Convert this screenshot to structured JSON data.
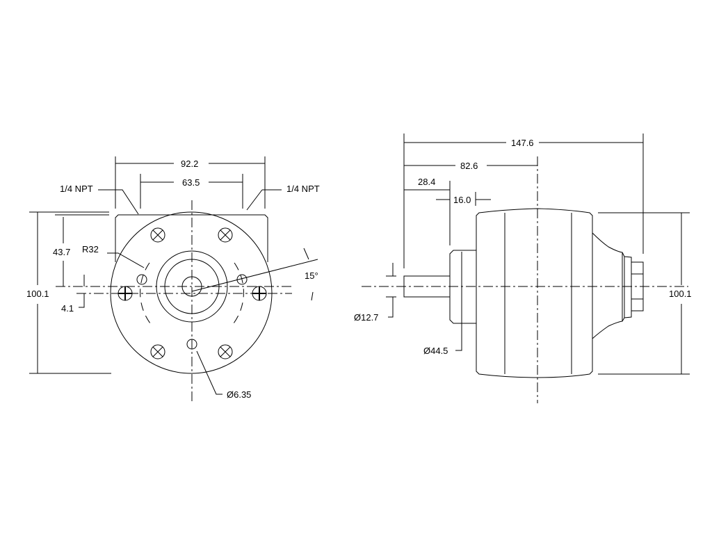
{
  "front_view": {
    "dim_width_overall": "92.2",
    "dim_port_spacing": "63.5",
    "port_left": "1/4 NPT",
    "port_right": "1/4 NPT",
    "dim_height": "100.1",
    "dim_shaft_height": "43.7",
    "dim_offset": "4.1",
    "radius": "R32",
    "angle": "15°",
    "hole_dia": "Ø6.35"
  },
  "side_view": {
    "dim_overall_length": "147.6",
    "dim_to_center": "82.6",
    "dim_shaft_length": "28.4",
    "dim_hub_length": "16.0",
    "dim_height": "100.1",
    "shaft_dia": "Ø12.7",
    "hub_dia": "Ø44.5"
  },
  "colors": {
    "line": "#000000",
    "background": "#ffffff"
  }
}
